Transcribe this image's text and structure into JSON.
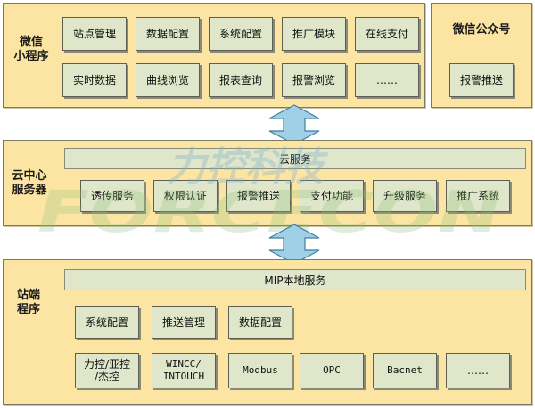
{
  "top": {
    "title_line1": "微信",
    "title_line2": "小程序",
    "row1": [
      "站点管理",
      "数据配置",
      "系统配置",
      "推广模块",
      "在线支付"
    ],
    "row2": [
      "实时数据",
      "曲线浏览",
      "报表查询",
      "报警浏览",
      "……"
    ]
  },
  "wechat": {
    "title": "微信公众号",
    "item": "报警推送"
  },
  "cloud": {
    "title_line1": "云中心",
    "title_line2": "服务器",
    "bar": "云服务",
    "items": [
      "透传服务",
      "权限认证",
      "报警推送",
      "支付功能",
      "升级服务",
      "推广系统"
    ]
  },
  "station": {
    "title_line1": "站端",
    "title_line2": "程序",
    "bar": "MIP本地服务",
    "row1": [
      "系统配置",
      "推送管理",
      "数据配置"
    ],
    "row2_line1": [
      "力控/亚控",
      "WINCC/",
      "Modbus",
      "OPC",
      "Bacnet",
      "……"
    ],
    "row2_line2": [
      "/杰控",
      "INTOUCH"
    ]
  },
  "watermark": {
    "cn": "力控科技",
    "en": "FORCECON"
  },
  "colors": {
    "panel": "#fce5a3",
    "box": "#dfe6c9",
    "arrow": "#9fd0e6",
    "watermark": "#7fb0cc"
  }
}
